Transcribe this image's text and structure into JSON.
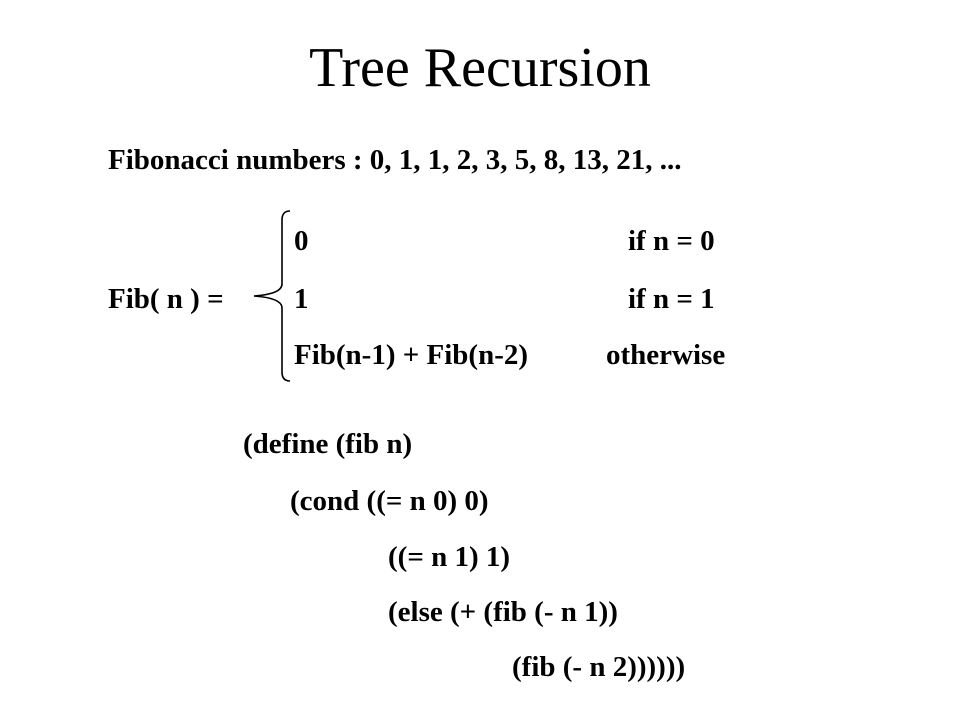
{
  "title": "Tree Recursion",
  "fibonacci_line": "Fibonacci numbers : 0, 1, 1, 2, 3, 5, 8, 13, 21, ...",
  "definition": {
    "lhs": "Fib( n ) =",
    "cases": [
      {
        "value": "0",
        "condition": "if n = 0"
      },
      {
        "value": "1",
        "condition": "if n = 1"
      },
      {
        "value": "Fib(n-1) + Fib(n-2)",
        "condition": "otherwise"
      }
    ]
  },
  "code": [
    "(define (fib n)",
    "(cond ((= n 0) 0)",
    "((= n 1) 1)",
    "(else (+ (fib (- n 1))",
    "(fib (- n 2))))))"
  ]
}
